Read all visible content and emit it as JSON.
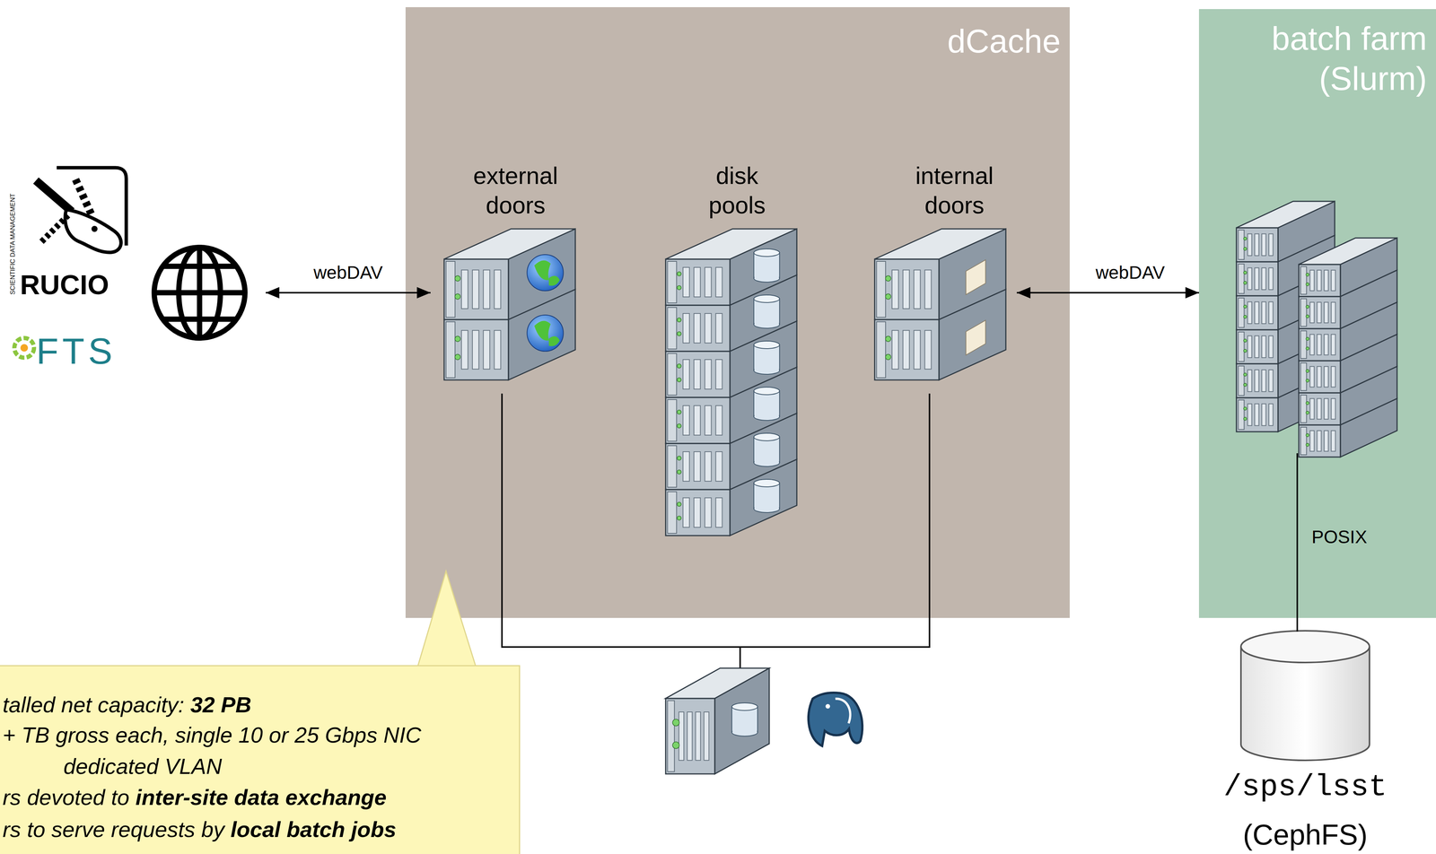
{
  "diagram": {
    "nodes": [
      {
        "text": [
          "SCIENTIFIC DATA MANAGEMENT",
          "RUCIO",
          "FTS"
        ]
      },
      {
        "text": [
          "dCache"
        ]
      },
      {
        "text": [
          "external doors"
        ],
        "in": 1
      },
      {
        "text": [
          "disk pools"
        ],
        "in": 1
      },
      {
        "text": [
          "internal doors"
        ],
        "in": 1
      },
      {
        "text": [
          "batch farm (Slurm)"
        ]
      },
      {
        "text": [
          "/sps/lsst",
          "(CephFS)"
        ]
      },
      {
        "text": [
          "talled net capacity:",
          "32 PB",
          "+ TB gross each, single 10 or 25 Gbps NIC",
          "dedicated VLAN",
          "rs devoted to",
          "inter-site data exchange",
          "rs to serve requests by",
          "local batch jobs"
        ]
      }
    ],
    "edges": [
      {
        "from": 0,
        "to": 2,
        "arrow": "both",
        "label": "webDAV"
      },
      {
        "from": 4,
        "to": 5,
        "arrow": "both",
        "label": "webDAV"
      },
      {
        "from": 5,
        "to": 6,
        "arrow": "none",
        "label": "POSIX"
      }
    ]
  }
}
